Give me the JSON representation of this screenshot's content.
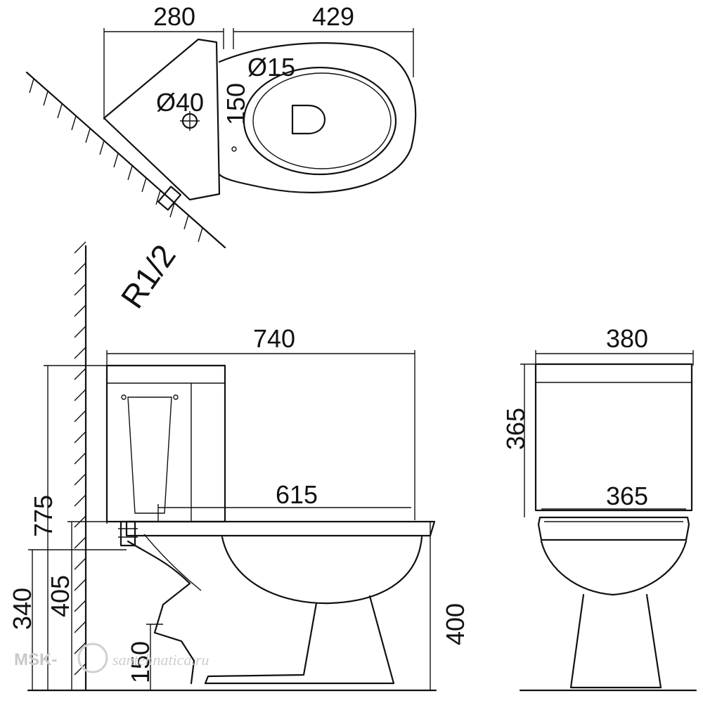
{
  "dimensions": {
    "top_width_tank": "280",
    "top_width_bowl": "429",
    "dia_hole_large": "Ø40",
    "dia_hole_small": "Ø15",
    "hole_offset": "150",
    "pipe_thread": "R1/2",
    "total_length": "740",
    "seat_length": "615",
    "total_height": "775",
    "height_405": "405",
    "height_340": "340",
    "outlet_height": "150",
    "bowl_height": "400",
    "tank_width": "380",
    "tank_height": "365",
    "bowl_width": "365"
  },
  "watermark": {
    "brand": "MSK-",
    "site": "santehnatica.ru"
  }
}
